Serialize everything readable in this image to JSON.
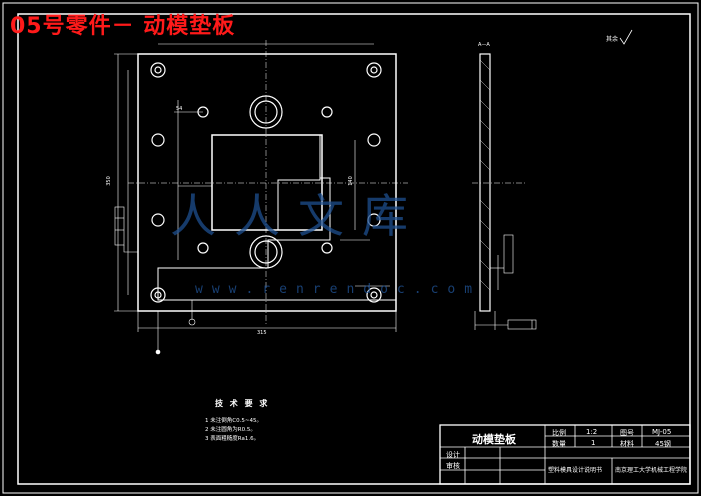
{
  "header": {
    "title": "05号零件－ 动模垫板"
  },
  "watermark": {
    "text": "人人文库",
    "url": "www.renrendoc.com",
    "color": "#1e4f8f"
  },
  "colors": {
    "title": "#ff1a1a",
    "lines": "#ffffff",
    "background": "#000000"
  },
  "section_view": {
    "label": "A—A"
  },
  "roughness_note": {
    "text": "其余"
  },
  "dimensions": {
    "overall_width": "315",
    "overall_height": "350",
    "d1": "54",
    "d2": "140"
  },
  "technical_requirements": {
    "heading": "技 术 要 求",
    "items": [
      "1 未注倒角C0.5~45。",
      "2 未注圆角为R0.5。",
      "3 表面粗糙度Ra1.6。"
    ]
  },
  "title_block": {
    "part_name": "动模垫板",
    "rows": [
      {
        "label": "比例",
        "value": "1:2",
        "label2": "图号",
        "value2": "MJ-05"
      },
      {
        "label": "数量",
        "value": "1",
        "label2": "材料",
        "value2": "45钢"
      }
    ],
    "designer_label": "设计",
    "designer_name": "",
    "checker_label": "审核",
    "checker_name": "",
    "project": "塑料模具设计说明书",
    "school": "南京理工大学机械工程学院"
  }
}
